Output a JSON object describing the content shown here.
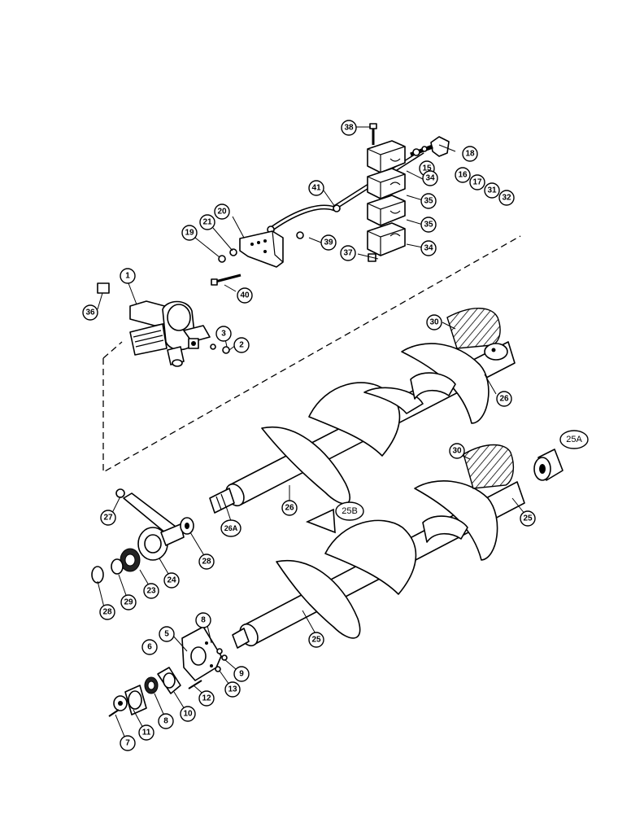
{
  "diagram": {
    "labels": [
      "1",
      "2",
      "3",
      "5",
      "6",
      "7",
      "8",
      "9",
      "10",
      "11",
      "12",
      "13",
      "15",
      "16",
      "17",
      "18",
      "19",
      "20",
      "21",
      "23",
      "24",
      "25",
      "25A",
      "25B",
      "26",
      "26A",
      "27",
      "28",
      "29",
      "30",
      "31",
      "32",
      "34",
      "35",
      "36",
      "37",
      "38",
      "39",
      "40",
      "41"
    ]
  }
}
